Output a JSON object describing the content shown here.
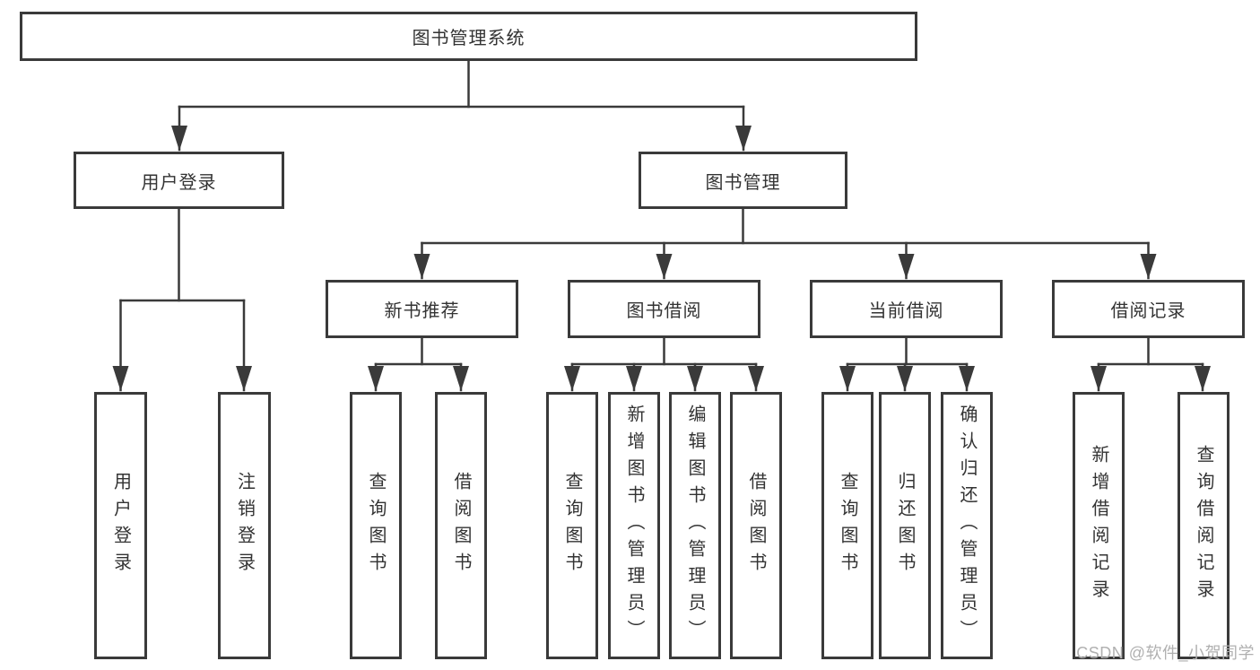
{
  "title": "图书管理系统",
  "level2": [
    {
      "label": "用户登录"
    },
    {
      "label": "图书管理"
    }
  ],
  "level3": [
    {
      "label": "新书推荐"
    },
    {
      "label": "图书借阅"
    },
    {
      "label": "当前借阅"
    },
    {
      "label": "借阅记录"
    }
  ],
  "leaves": {
    "user": [
      "用户登录",
      "注销登录"
    ],
    "recommend": [
      "查询图书",
      "借阅图书"
    ],
    "borrow": [
      "查询图书",
      "新增图书（管理员）",
      "编辑图书（管理员）",
      "借阅图书"
    ],
    "current": [
      "查询图书",
      "归还图书",
      "确认归还（管理员）"
    ],
    "records": [
      "新增借阅记录",
      "查询借阅记录"
    ]
  },
  "watermark": "CSDN @软件_小贺同学",
  "colors": {
    "line": "#3a3a3a",
    "box_border": "#3a3a3a",
    "text": "#333333",
    "watermark": "#b0b0b0",
    "background": "#ffffff"
  }
}
